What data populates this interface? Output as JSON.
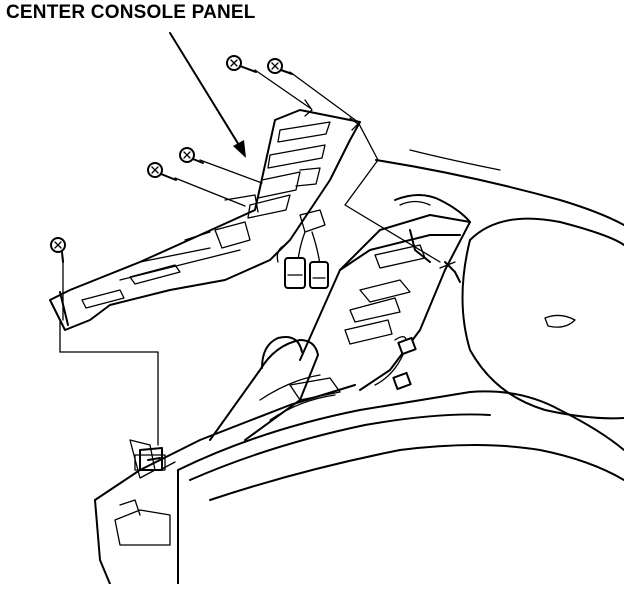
{
  "diagram": {
    "title": "CENTER CONSOLE PANEL",
    "colors": {
      "line": "#000000",
      "background": "#ffffff"
    },
    "parts": [
      "screw-1",
      "screw-2",
      "screw-3",
      "screw-4",
      "screw-5",
      "center-console-panel",
      "wiring-connectors",
      "console-body",
      "shift-boot",
      "dashboard"
    ]
  }
}
